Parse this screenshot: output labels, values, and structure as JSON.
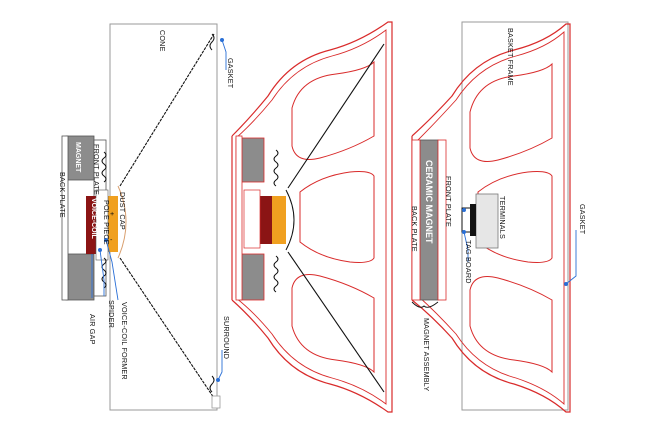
{
  "labels": {
    "cone": "CONE",
    "gasket_top": "GASKET",
    "magnet_left": "MAGNET",
    "front_plate_left": "FRONT PLATE",
    "back_plate_left": "BACK PLATE",
    "voice_coil": "VOICE-COIL",
    "pole_piece": "POLE PIECE",
    "dust_cap": "DUST CAP",
    "spider": "SPIDER",
    "voice_coil_former": "VOICE-COIL FORMER",
    "air_gap": "AIR GAP",
    "surround": "SURROUND",
    "basket_frame": "BASKET FRAME",
    "ceramic_magnet": "CERAMIC MAGNET",
    "front_plate_right": "FRONT PLATE",
    "back_plate_right": "BACK PLATE",
    "terminals": "TERMINALS",
    "tag_board": "TAG BOARD",
    "gasket_right": "GASKET",
    "magnet_assembly": "MAGNET ASSEMBLY",
    "plus_sign": "+",
    "minus_sign": "-"
  },
  "colors": {
    "frame_red": "#d92b2b",
    "magnet_gray": "#8c8c8c",
    "coil_red": "#8b1414",
    "former_orange": "#f0a020",
    "callout_blue": "#2a6fd6",
    "line_black": "#111111"
  }
}
